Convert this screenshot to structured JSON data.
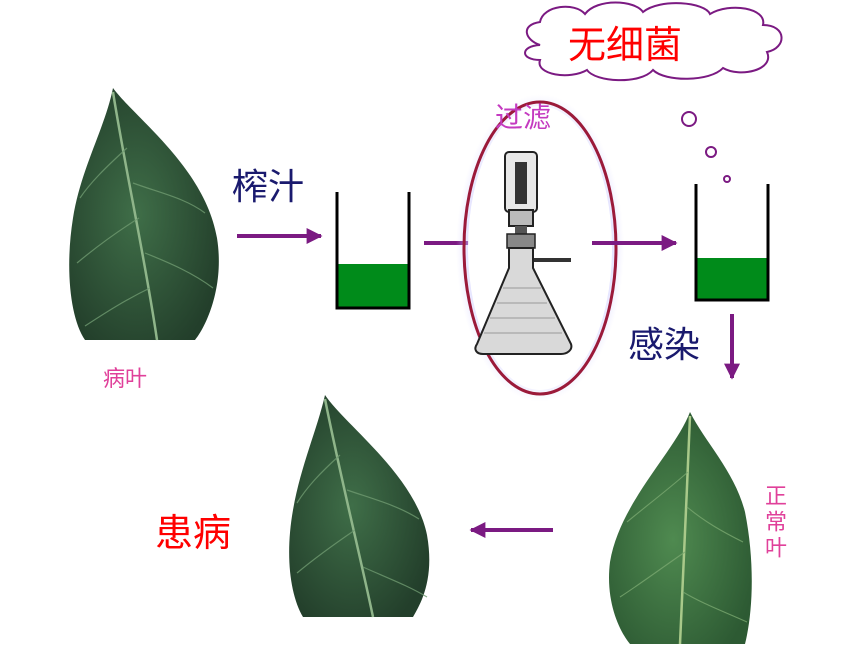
{
  "labels": {
    "no_bacteria": "无细菌",
    "filter": "过滤",
    "squeeze_juice": "榨汁",
    "infect": "感染",
    "diseased_leaf": "病叶",
    "normal_leaf": "正常叶",
    "sick": "患病"
  },
  "colors": {
    "arrow": "#7b1a82",
    "liquid": "#008b1a",
    "highlight_ring": "#9b1a3a",
    "leaf_dark": "#2f5a3a",
    "leaf_light": "#4a8a4a"
  }
}
